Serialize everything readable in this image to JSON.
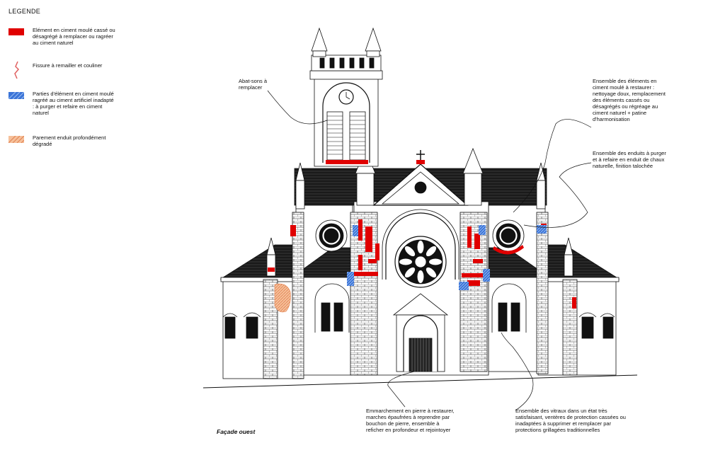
{
  "legend": {
    "title": "LEGENDE",
    "items": [
      {
        "text": "Elément en ciment moulé cassé ou désagrégé à remplacer ou ragréer au ciment naturel",
        "color": "#e00000",
        "icon": "red-fill-swatch"
      },
      {
        "text": "Fissure à remailler et couliner",
        "color": "#e06060",
        "icon": "crack-line-icon"
      },
      {
        "text": "Parties d'élément en ciment moulé ragréé au ciment artificiel inadapté : à purger et refaire en ciment naturel",
        "color": "#3b74d8",
        "icon": "blue-hatch-swatch"
      },
      {
        "text": "Parement enduit profondément dégradé",
        "color": "#f0a070",
        "icon": "orange-hatch-swatch"
      }
    ]
  },
  "annotations": {
    "abat_sons": "Abat-sons à remplacer",
    "ciment_moule": "Ensemble des éléments en ciment moulé à restaurer : nettoyage doux, remplacement des éléments cassés ou désagrégés ou régréage au ciment naturel + patine d'harmonisation",
    "enduits": "Ensemble des enduits à purger et à refaire en enduit de chaux naturelle, finition talochée",
    "emmarchement": "Emmarchement en pierre à restaurer, marches épaufrées à reprendre par bouchon de pierre, ensemble à reficher en profondeur et rejointoyer",
    "vitraux": "Ensemble des vitraux dans un état très satisfaisant, ventères de protection cassées ou inadaptées à supprimer et remplacer par protections grillagées traditionnelles"
  },
  "caption": "Façade ouest",
  "colors": {
    "line": "#111111",
    "roof": "#1a1a1a",
    "damage_red": "#e00000",
    "damage_blue": "#3b74d8",
    "render_orange": "#f0a070"
  }
}
